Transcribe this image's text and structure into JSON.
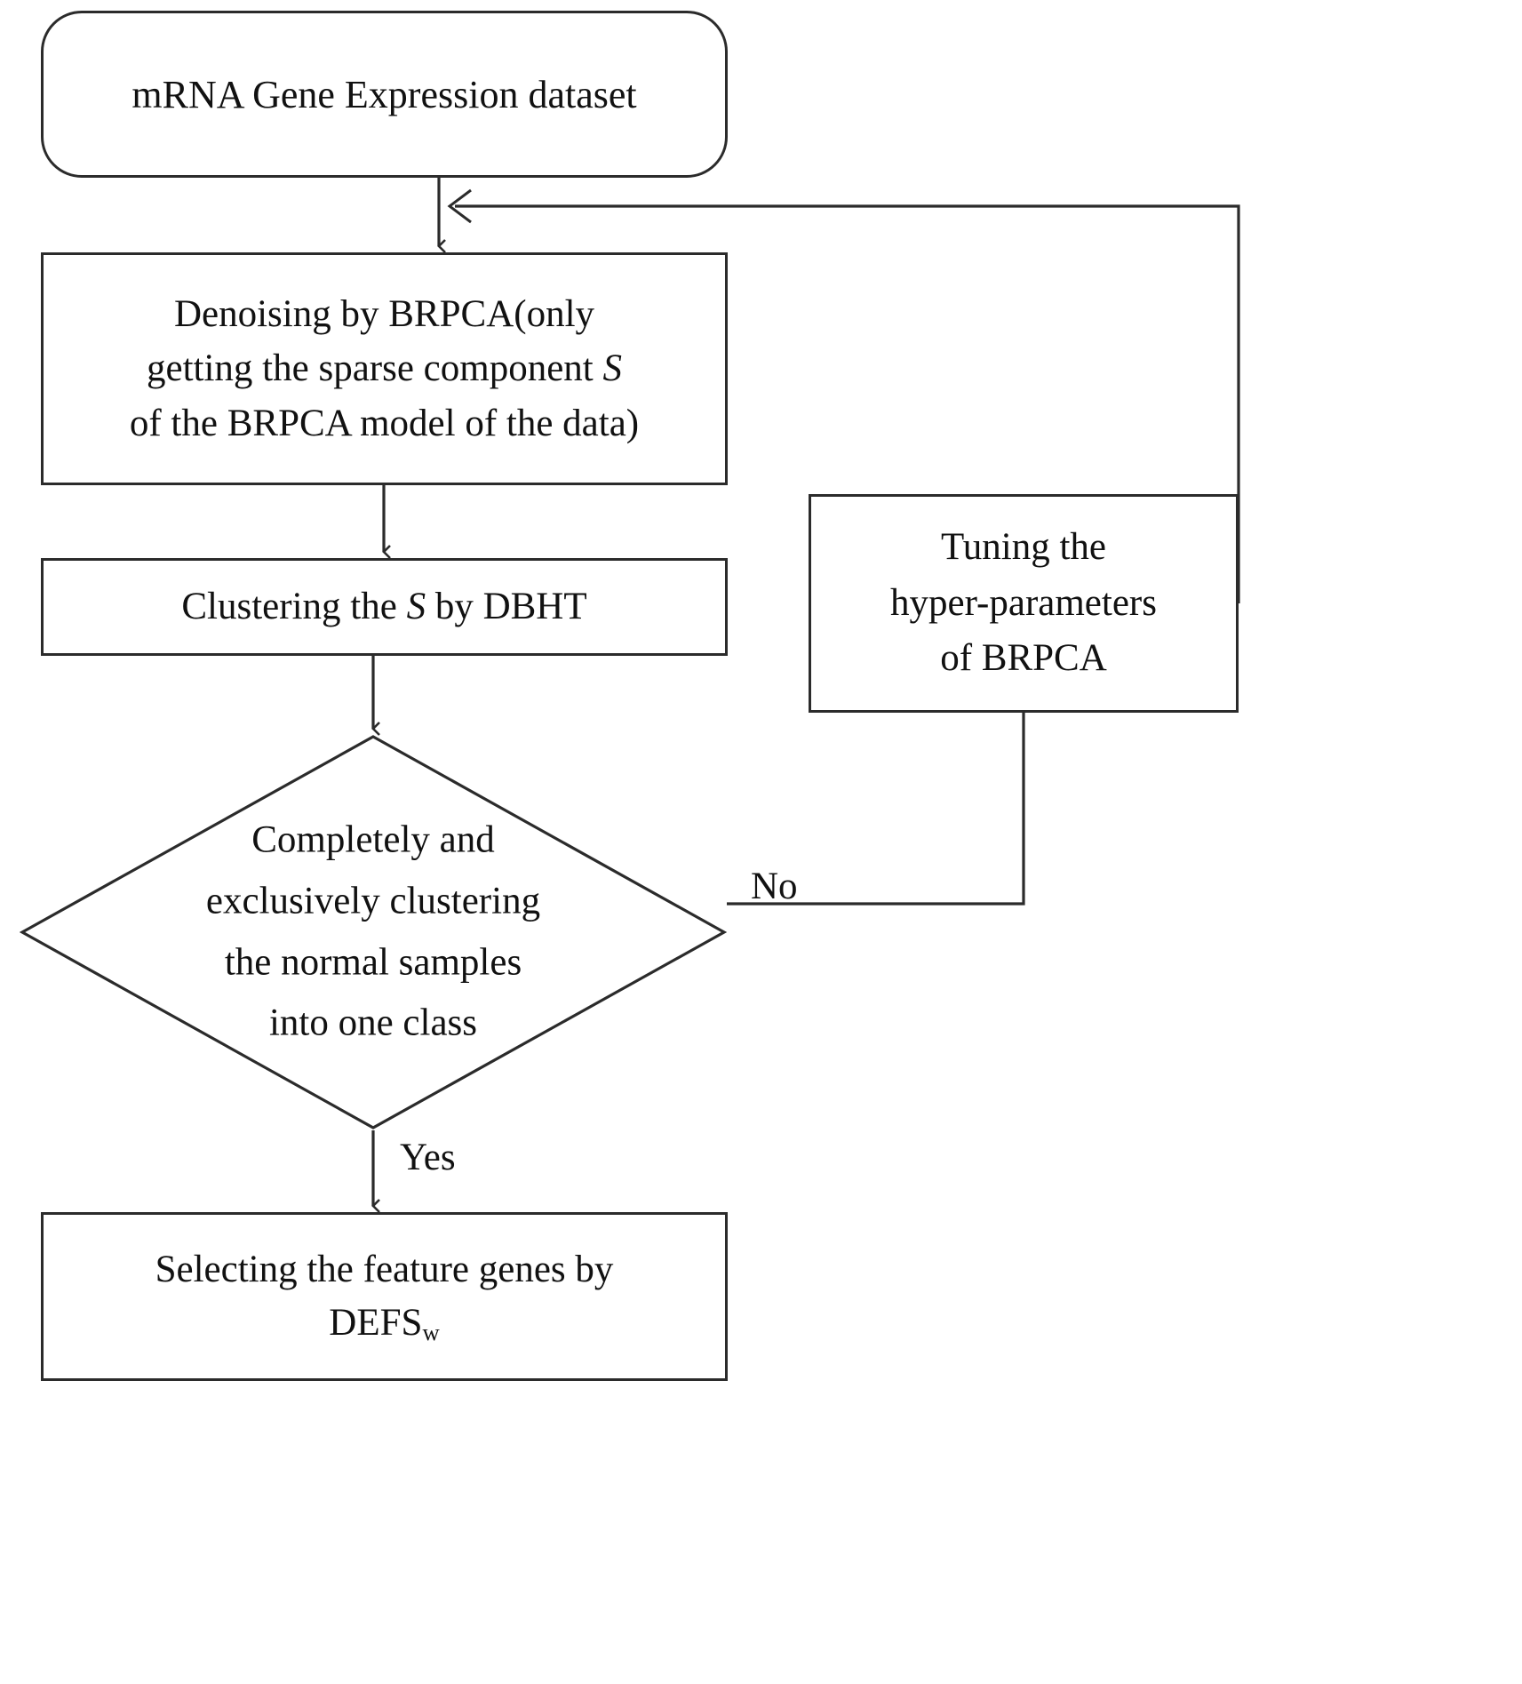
{
  "diagram": {
    "type": "flowchart",
    "title_text": "",
    "colors": {
      "stroke": "#2b2b2b",
      "text": "#111111",
      "background": "#ffffff"
    },
    "nodes": {
      "start": {
        "shape": "rounded-rectangle",
        "label": "mRNA Gene Expression dataset"
      },
      "denoise": {
        "shape": "rectangle",
        "line1": "Denoising by BRPCA(only",
        "line2_pre": "getting the sparse component ",
        "line2_italic": "S",
        "line3": "of the BRPCA model of the data)"
      },
      "cluster": {
        "shape": "rectangle",
        "pre": "Clustering the ",
        "italic": "S",
        "post": " by DBHT"
      },
      "decision": {
        "shape": "diamond",
        "line1": "Completely and",
        "line2": "exclusively clustering",
        "line3": "the normal samples",
        "line4": "into one class"
      },
      "tuning": {
        "shape": "rectangle",
        "line1": "Tuning the",
        "line2": "hyper-parameters",
        "line3": "of BRPCA"
      },
      "output": {
        "shape": "rectangle",
        "line1": "Selecting the feature genes by",
        "line2_pre": "DEFS",
        "line2_sub": "w"
      }
    },
    "edge_labels": {
      "no": "No",
      "yes": "Yes"
    }
  }
}
